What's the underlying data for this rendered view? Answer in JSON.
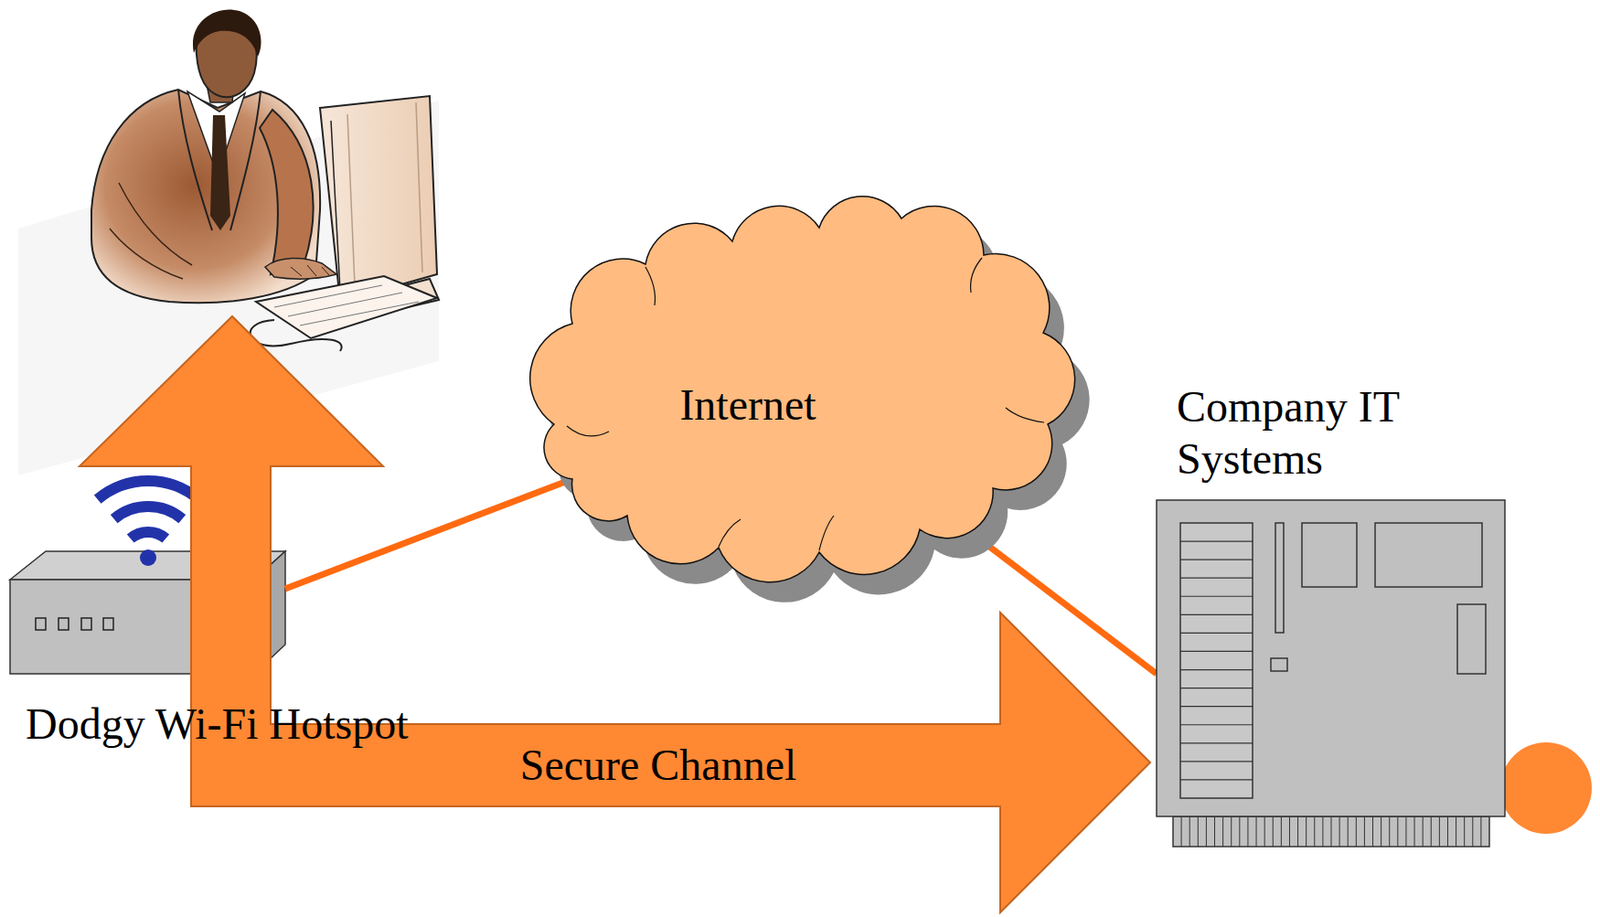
{
  "diagram": {
    "nodes": [
      {
        "text": [
          "Dodgy Wi-Fi Hotspot"
        ]
      },
      {
        "text": [
          "Internet"
        ]
      },
      {
        "text": [
          "Company IT Systems"
        ]
      }
    ],
    "edges": [
      {
        "from": 0,
        "to": 1,
        "arrow": "none"
      },
      {
        "from": 1,
        "to": 2,
        "arrow": "none"
      }
    ],
    "labels": [
      "Secure Channel"
    ]
  }
}
